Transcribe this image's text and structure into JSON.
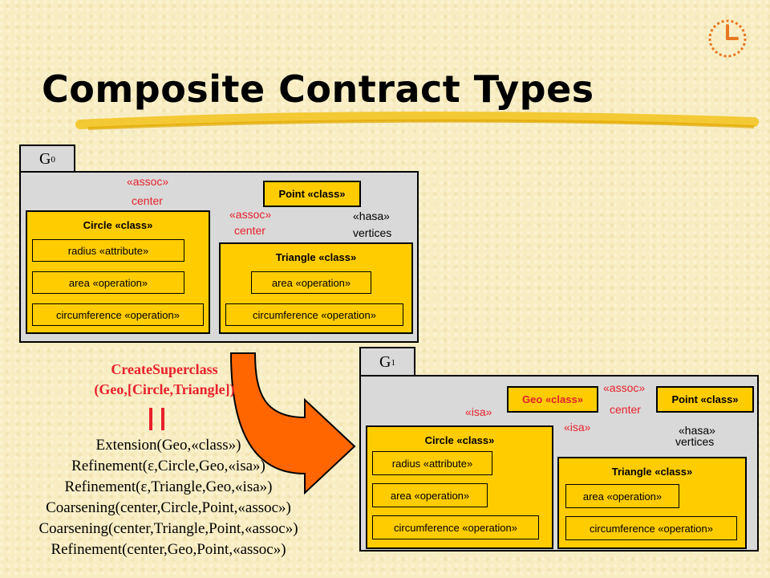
{
  "slide": {
    "title": "Composite Contract Types"
  },
  "g0": {
    "tab_base": "G",
    "tab_sub": "0",
    "point": "Point «class»",
    "circle": {
      "title": "Circle «class»",
      "members": [
        "radius «attribute»",
        "area «operation»",
        "circumference «operation»"
      ]
    },
    "triangle": {
      "title": "Triangle «class»",
      "members": [
        "area «operation»",
        "circumference «operation»"
      ]
    },
    "labels": {
      "assoc1": "«assoc»",
      "center1": "center",
      "assoc2": "«assoc»",
      "center2": "center",
      "hasa": "«hasa»",
      "vertices": "vertices"
    }
  },
  "g1": {
    "tab_base": "G",
    "tab_sub": "1",
    "geo": "Geo «class»",
    "point": "Point «class»",
    "circle": {
      "title": "Circle «class»",
      "members": [
        "radius «attribute»",
        "area «operation»",
        "circumference «operation»"
      ]
    },
    "triangle": {
      "title": "Triangle «class»",
      "members": [
        "area «operation»",
        "circumference «operation»"
      ]
    },
    "labels": {
      "assoc": "«assoc»",
      "center": "center",
      "isa1": "«isa»",
      "isa2": "«isa»",
      "hasa": "«hasa»",
      "vertices": "vertices"
    }
  },
  "operation": {
    "line1": "CreateSuperclass",
    "line2": "(Geo,[Circle,Triangle])",
    "steps": [
      "Extension(Geo,«class»)",
      "Refinement(ε,Circle,Geo,«isa»)",
      "Refinement(ε,Triangle,Geo,«isa»)",
      "Coarsening(center,Circle,Point,«assoc»)",
      "Coarsening(center,Triangle,Point,«assoc»)",
      "Refinement(center,Geo,Point,«assoc»)"
    ]
  },
  "colors": {
    "class_fill": "#ffcc00",
    "panel": "#d9d9d9",
    "accent_red": "#e8212c",
    "arrow_orange": "#ff6600"
  },
  "icons": [
    "clock-icon",
    "highlight-stroke",
    "transform-arrow",
    "equals-icon"
  ]
}
